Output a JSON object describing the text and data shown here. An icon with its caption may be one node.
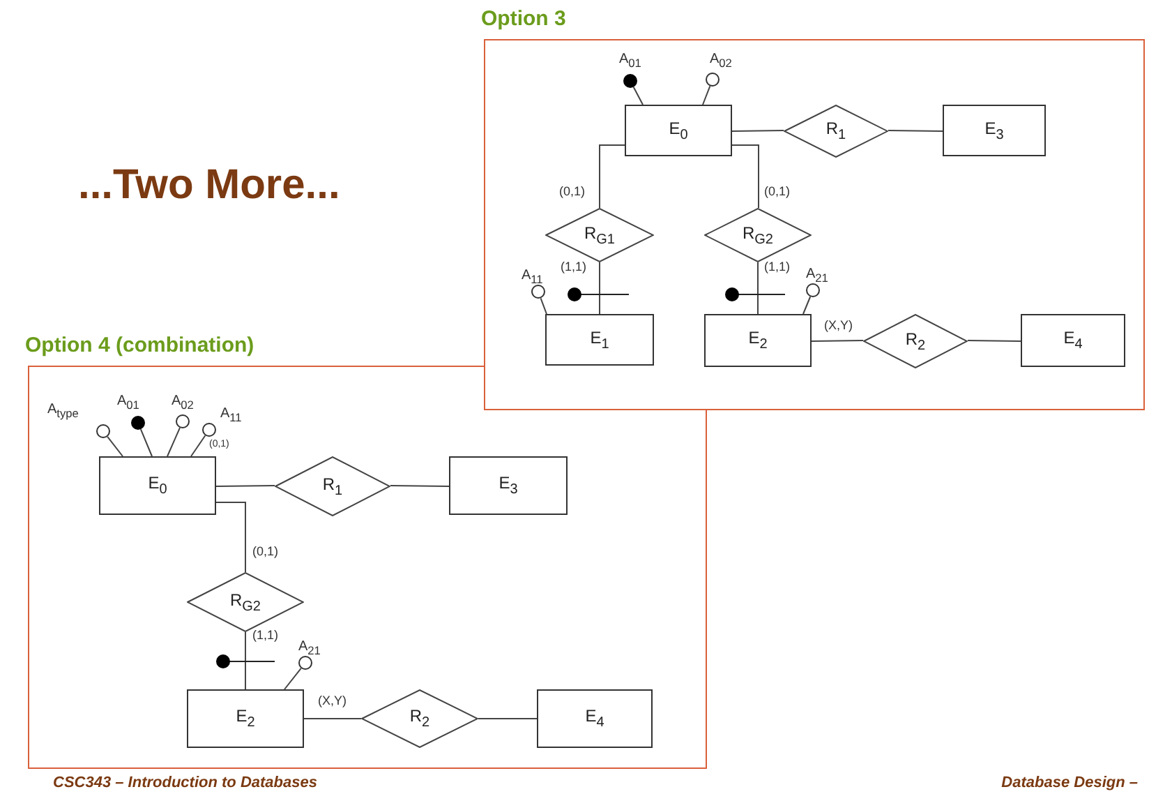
{
  "diagram": {
    "title": "...Two More...",
    "nodes": [
      {
        "text": [
          "Option 3"
        ]
      },
      {
        "text": [],
        "shape": "dot",
        "beside": [
          "A$_{01}$"
        ],
        "in": 0
      },
      {
        "text": [],
        "shape": "circle",
        "beside": [
          "A$_{02}$"
        ],
        "in": 0
      },
      {
        "text": [
          "E$_{0}$"
        ],
        "in": 0
      },
      {
        "text": [
          "R$_{1}$"
        ],
        "in": 0
      },
      {
        "text": [
          "E$_{3}$"
        ],
        "in": 0
      },
      {
        "text": [
          "R$_{G1}$"
        ],
        "in": 0
      },
      {
        "text": [
          "R$_{G2}$"
        ],
        "in": 0
      },
      {
        "text": [],
        "shape": "circle",
        "beside": [
          "A$_{11}$"
        ],
        "in": 0
      },
      {
        "text": [],
        "shape": "dot",
        "in": 0
      },
      {
        "text": [],
        "shape": "dot",
        "in": 0
      },
      {
        "text": [],
        "shape": "circle",
        "beside": [
          "A$_{21}$"
        ],
        "in": 0
      },
      {
        "text": [
          "E$_{1}$"
        ],
        "in": 0
      },
      {
        "text": [
          "E$_{2}$"
        ],
        "in": 0
      },
      {
        "text": [
          "R$_{2}$"
        ],
        "in": 0
      },
      {
        "text": [
          "E$_{4}$"
        ],
        "in": 0
      },
      {
        "text": [
          "Option 4 (combination)"
        ]
      },
      {
        "text": [],
        "shape": "circle",
        "beside": [
          "A$_{type}$"
        ],
        "in": 16
      },
      {
        "text": [],
        "shape": "dot",
        "beside": [
          "A$_{01}$"
        ],
        "in": 16
      },
      {
        "text": [],
        "shape": "circle",
        "beside": [
          "A$_{02}$"
        ],
        "in": 16
      },
      {
        "text": [],
        "shape": "circle",
        "beside": [
          "A$_{11}$"
        ],
        "in": 16
      },
      {
        "text": [
          "E$_{0}$"
        ],
        "in": 16
      },
      {
        "text": [
          "R$_{1}$"
        ],
        "in": 16
      },
      {
        "text": [
          "E$_{3}$"
        ],
        "in": 16
      },
      {
        "text": [
          "R$_{G2}$"
        ],
        "in": 16
      },
      {
        "text": [],
        "shape": "dot",
        "in": 16
      },
      {
        "text": [],
        "shape": "circle",
        "beside": [
          "A$_{21}$"
        ],
        "in": 16
      },
      {
        "text": [
          "E$_{2}$"
        ],
        "in": 16
      },
      {
        "text": [
          "R$_{2}$"
        ],
        "in": 16
      },
      {
        "text": [
          "E$_{4}$"
        ],
        "in": 16
      }
    ],
    "edges": [
      {
        "from": 1,
        "to": 3,
        "arrow": "none"
      },
      {
        "from": 2,
        "to": 3,
        "arrow": "none"
      },
      {
        "from": 3,
        "to": 4,
        "arrow": "none"
      },
      {
        "from": 4,
        "to": 5,
        "arrow": "none"
      },
      {
        "from": 3,
        "to": 6,
        "arrow": "none",
        "label": "(0,1)"
      },
      {
        "from": 3,
        "to": 7,
        "arrow": "none",
        "label": "(0,1)"
      },
      {
        "from": 6,
        "to": 12,
        "arrow": "none",
        "label": "(1,1)"
      },
      {
        "from": 7,
        "to": 13,
        "arrow": "none",
        "label": "(1,1)"
      },
      {
        "from": 8,
        "to": 12,
        "arrow": "none"
      },
      {
        "from": 11,
        "to": 13,
        "arrow": "none"
      },
      {
        "from": 13,
        "to": 14,
        "arrow": "none",
        "label": "(X,Y)"
      },
      {
        "from": 14,
        "to": 15,
        "arrow": "none"
      },
      {
        "from": 17,
        "to": 21,
        "arrow": "none"
      },
      {
        "from": 18,
        "to": 21,
        "arrow": "none"
      },
      {
        "from": 19,
        "to": 21,
        "arrow": "none"
      },
      {
        "from": 20,
        "to": 21,
        "arrow": "none",
        "label": "(0,1)"
      },
      {
        "from": 21,
        "to": 22,
        "arrow": "none"
      },
      {
        "from": 22,
        "to": 23,
        "arrow": "none"
      },
      {
        "from": 21,
        "to": 24,
        "arrow": "none",
        "label": "(0,1)"
      },
      {
        "from": 24,
        "to": 27,
        "arrow": "none",
        "label": "(1,1)"
      },
      {
        "from": 26,
        "to": 27,
        "arrow": "none"
      },
      {
        "from": 27,
        "to": 28,
        "arrow": "none",
        "label": "(X,Y)"
      },
      {
        "from": 28,
        "to": 29,
        "arrow": "none"
      }
    ],
    "labels": [
      "CSC343 – Introduction to Databases",
      "Database Design –"
    ]
  }
}
